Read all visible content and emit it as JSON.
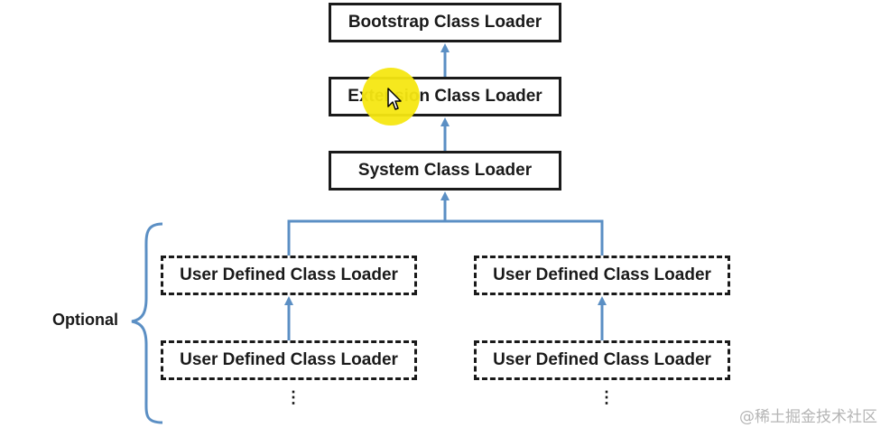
{
  "diagram": {
    "nodes": {
      "bootstrap": "Bootstrap Class Loader",
      "extension": "Extension Class Loader",
      "system": "System Class Loader",
      "user_defined_1": "User Defined Class Loader",
      "user_defined_2": "User Defined Class Loader",
      "user_defined_3": "User Defined Class Loader",
      "user_defined_4": "User Defined Class Loader"
    },
    "optional_label": "Optional",
    "continuation_dots_left": "⋮",
    "continuation_dots_right": "⋮"
  },
  "watermark": "@稀土掘金技术社区",
  "colors": {
    "arrow": "#5b8fc4",
    "brace": "#5b8fc4",
    "box_border": "#1a1a1a",
    "cursor_highlight": "#f6e712"
  }
}
